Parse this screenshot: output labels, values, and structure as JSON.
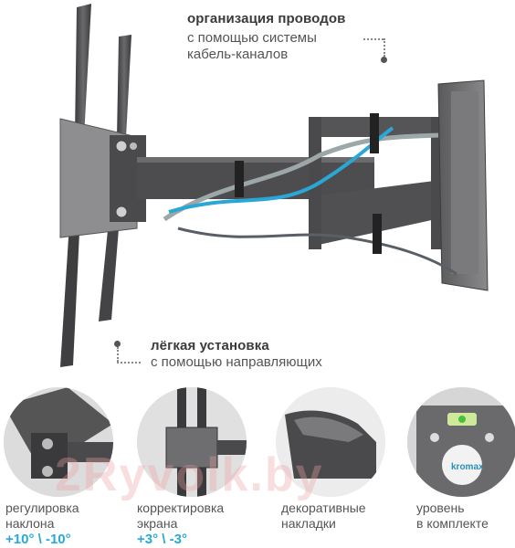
{
  "top_callout": {
    "title": "организация проводов",
    "line1": "с помощью системы",
    "line2": "кабель-каналов"
  },
  "mid_callout": {
    "title": "лёгкая установка",
    "line1": "с помощью направляющих"
  },
  "watermark": "2Ryvolk.by",
  "brand_label": "kromax",
  "features": [
    {
      "line1": "регулировка",
      "line2": "наклона",
      "value": "+10° \\ -10°"
    },
    {
      "line1": "корректировка",
      "line2": "экрана",
      "value": "+3° \\ -3°"
    },
    {
      "line1": "декоративные",
      "line2": "накладки",
      "value": ""
    },
    {
      "line1": "уровень",
      "line2": "в комплекте",
      "value": ""
    }
  ],
  "colors": {
    "accent": "#27aad9",
    "metal": "#4b4b4d",
    "cable_blue": "#2aa7d6"
  }
}
